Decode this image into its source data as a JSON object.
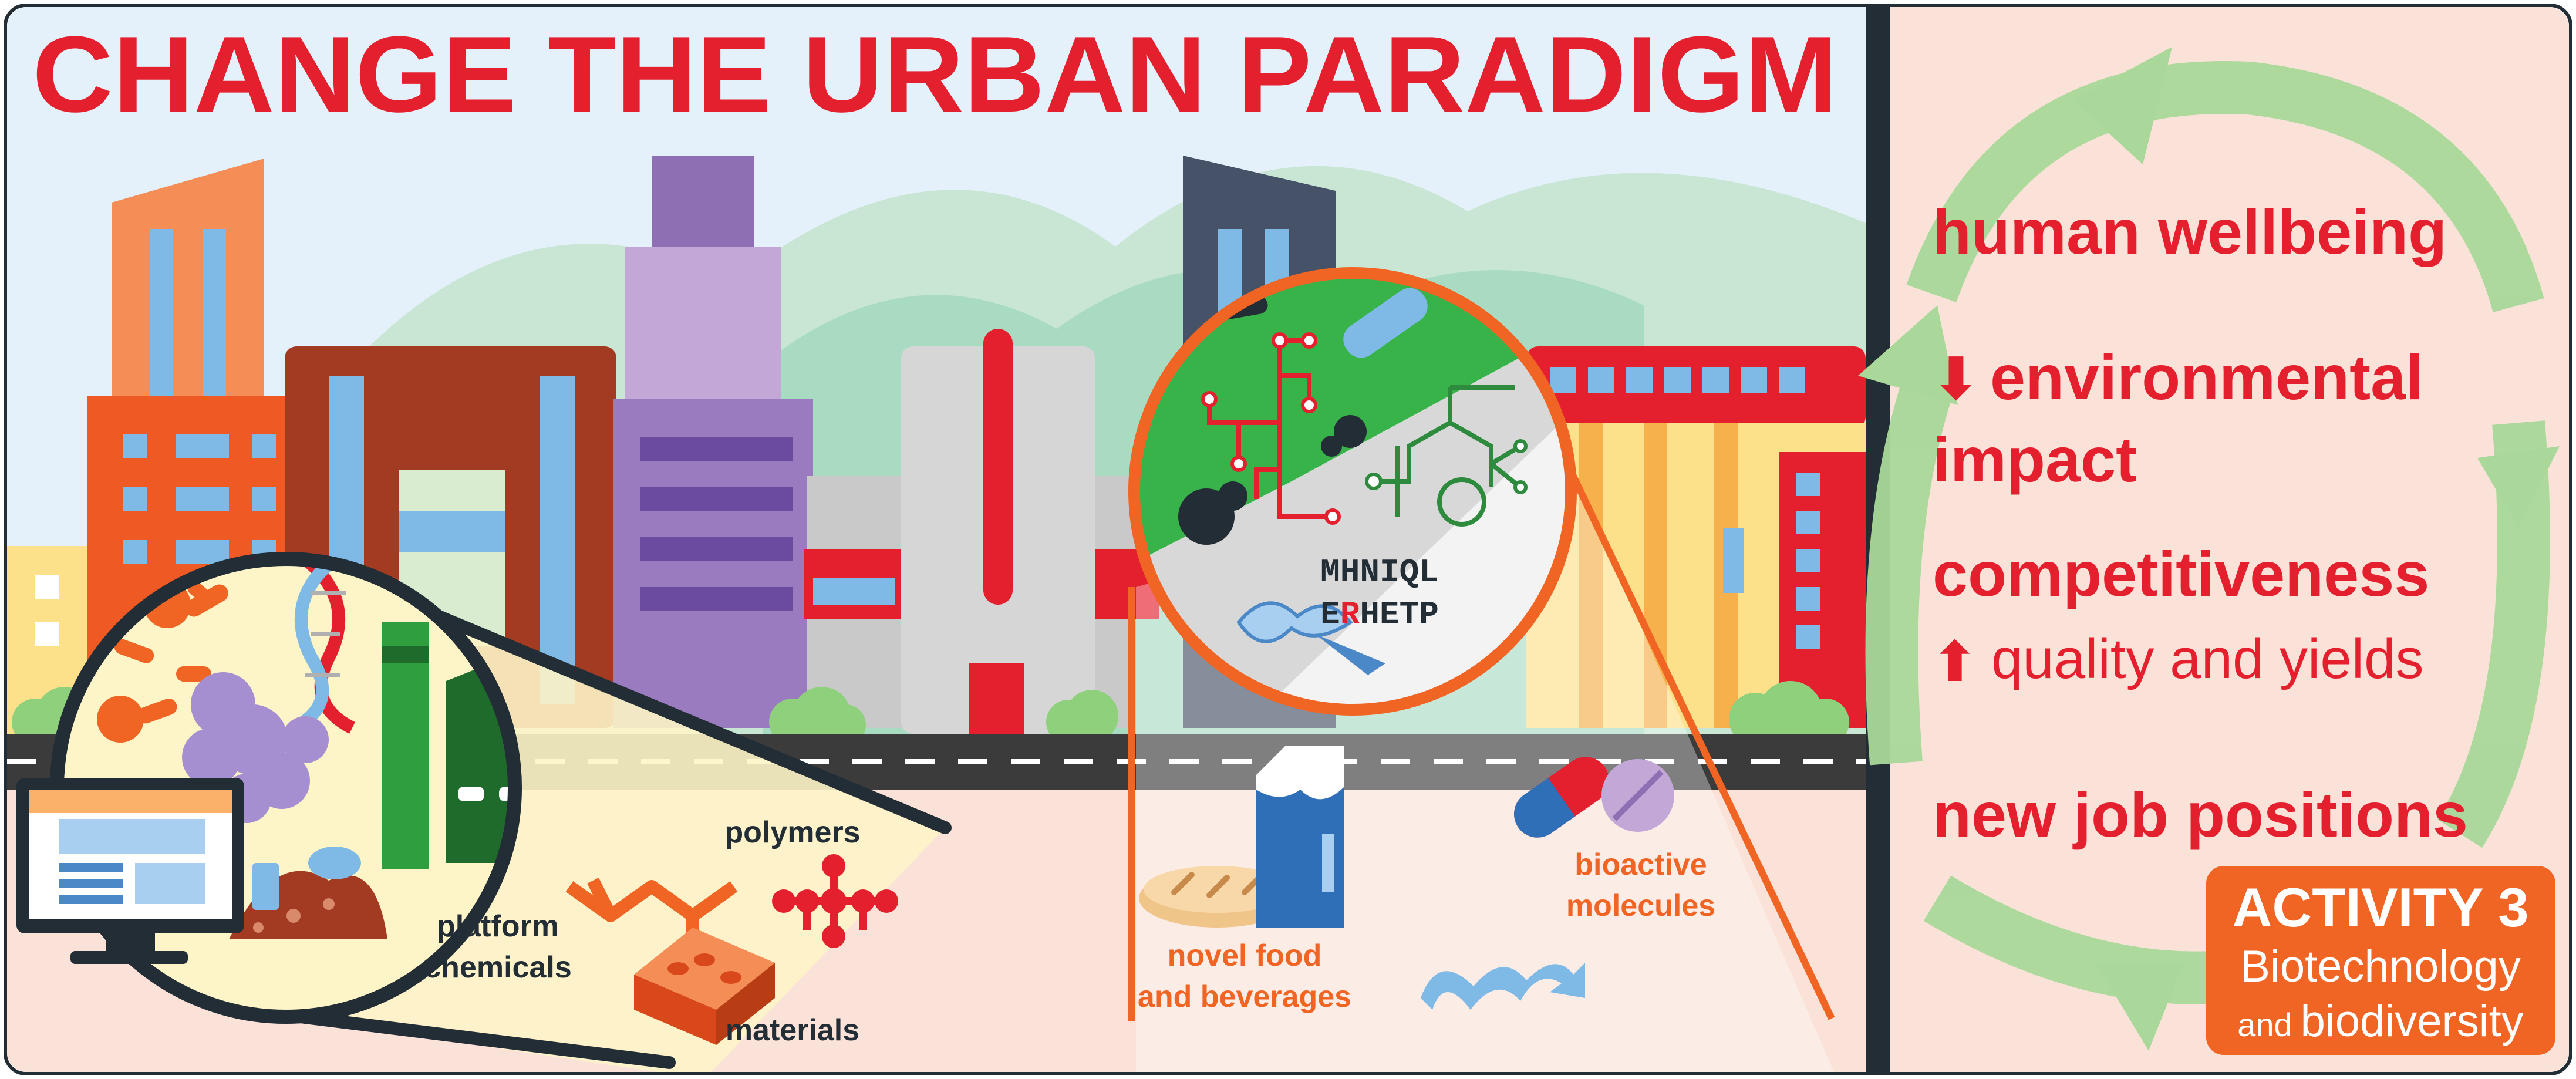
{
  "title": "CHANGE THE URBAN PARADIGM",
  "products": {
    "platform_chemicals": [
      "platform",
      "chemicals"
    ],
    "polymers": "polymers",
    "materials": "materials",
    "novel_food": [
      "novel food",
      "and beverages"
    ],
    "bioactive": [
      "bioactive",
      "molecules"
    ]
  },
  "sequence": {
    "line1": "MHNIQL",
    "line2_prefix": "E",
    "line2_highlight": "R",
    "line2_suffix": "HETP"
  },
  "benefits": {
    "wellbeing": "human wellbeing",
    "env_arrow": "⬇",
    "env_line1": "environmental",
    "env_line2": "impact",
    "competitiveness": "competitiveness",
    "quality_arrow": "⬆",
    "quality": "quality and yields",
    "jobs": "new job positions"
  },
  "activity": {
    "heading": "ACTIVITY 3",
    "line1": "Biotechnology",
    "line2_small": "and",
    "line2": "biodiversity"
  },
  "colors": {
    "title_red": "#e5202e",
    "orange": "#f06424",
    "sky": "#e4f1fa",
    "ground": "#fbe2d9",
    "right_panel": "#fbe2d8",
    "cycle_green": "#a9d89a",
    "dark": "#232d36"
  }
}
